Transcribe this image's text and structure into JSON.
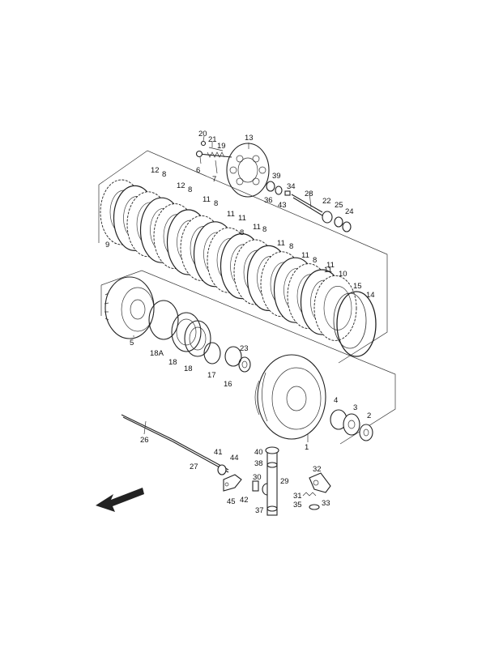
{
  "callouts": [
    {
      "id": "c20",
      "text": "20"
    },
    {
      "id": "c21",
      "text": "21"
    },
    {
      "id": "c19",
      "text": "19"
    },
    {
      "id": "c13",
      "text": "13"
    },
    {
      "id": "c6",
      "text": "6"
    },
    {
      "id": "c7",
      "text": "7"
    },
    {
      "id": "c12a",
      "text": "12"
    },
    {
      "id": "c8a",
      "text": "8"
    },
    {
      "id": "c12b",
      "text": "12"
    },
    {
      "id": "c8b",
      "text": "8"
    },
    {
      "id": "c39",
      "text": "39"
    },
    {
      "id": "c34",
      "text": "34"
    },
    {
      "id": "c36",
      "text": "36"
    },
    {
      "id": "c43",
      "text": "43"
    },
    {
      "id": "c28",
      "text": "28"
    },
    {
      "id": "c11a",
      "text": "11"
    },
    {
      "id": "c8c",
      "text": "8"
    },
    {
      "id": "c11b",
      "text": "11"
    },
    {
      "id": "c22",
      "text": "22"
    },
    {
      "id": "c25",
      "text": "25"
    },
    {
      "id": "c24",
      "text": "24"
    },
    {
      "id": "c11c",
      "text": "11"
    },
    {
      "id": "c8d",
      "text": "8"
    },
    {
      "id": "c11d",
      "text": "11"
    },
    {
      "id": "c8e",
      "text": "8"
    },
    {
      "id": "c9",
      "text": "9"
    },
    {
      "id": "c11e",
      "text": "11"
    },
    {
      "id": "c8f",
      "text": "8"
    },
    {
      "id": "c11f",
      "text": "11"
    },
    {
      "id": "c11g",
      "text": "11"
    },
    {
      "id": "c8g",
      "text": "8"
    },
    {
      "id": "c11h",
      "text": "11"
    },
    {
      "id": "c10",
      "text": "10"
    },
    {
      "id": "c15",
      "text": "15"
    },
    {
      "id": "c14",
      "text": "14"
    },
    {
      "id": "c5",
      "text": "5"
    },
    {
      "id": "c23",
      "text": "23"
    },
    {
      "id": "c18A",
      "text": "18A"
    },
    {
      "id": "c18a",
      "text": "18"
    },
    {
      "id": "c18b",
      "text": "18"
    },
    {
      "id": "c17",
      "text": "17"
    },
    {
      "id": "c16",
      "text": "16"
    },
    {
      "id": "c4",
      "text": "4"
    },
    {
      "id": "c3",
      "text": "3"
    },
    {
      "id": "c2",
      "text": "2"
    },
    {
      "id": "c1",
      "text": "1"
    },
    {
      "id": "c26",
      "text": "26"
    },
    {
      "id": "c41",
      "text": "41"
    },
    {
      "id": "c44",
      "text": "44"
    },
    {
      "id": "c40",
      "text": "40"
    },
    {
      "id": "c38",
      "text": "38"
    },
    {
      "id": "c27",
      "text": "27"
    },
    {
      "id": "c30",
      "text": "30"
    },
    {
      "id": "c29",
      "text": "29"
    },
    {
      "id": "c32",
      "text": "32"
    },
    {
      "id": "c31",
      "text": "31"
    },
    {
      "id": "c45",
      "text": "45"
    },
    {
      "id": "c42",
      "text": "42"
    },
    {
      "id": "c37",
      "text": "37"
    },
    {
      "id": "c35",
      "text": "35"
    },
    {
      "id": "c33",
      "text": "33"
    }
  ],
  "icons": {
    "direction_arrow": "front-direction-arrow-icon"
  }
}
